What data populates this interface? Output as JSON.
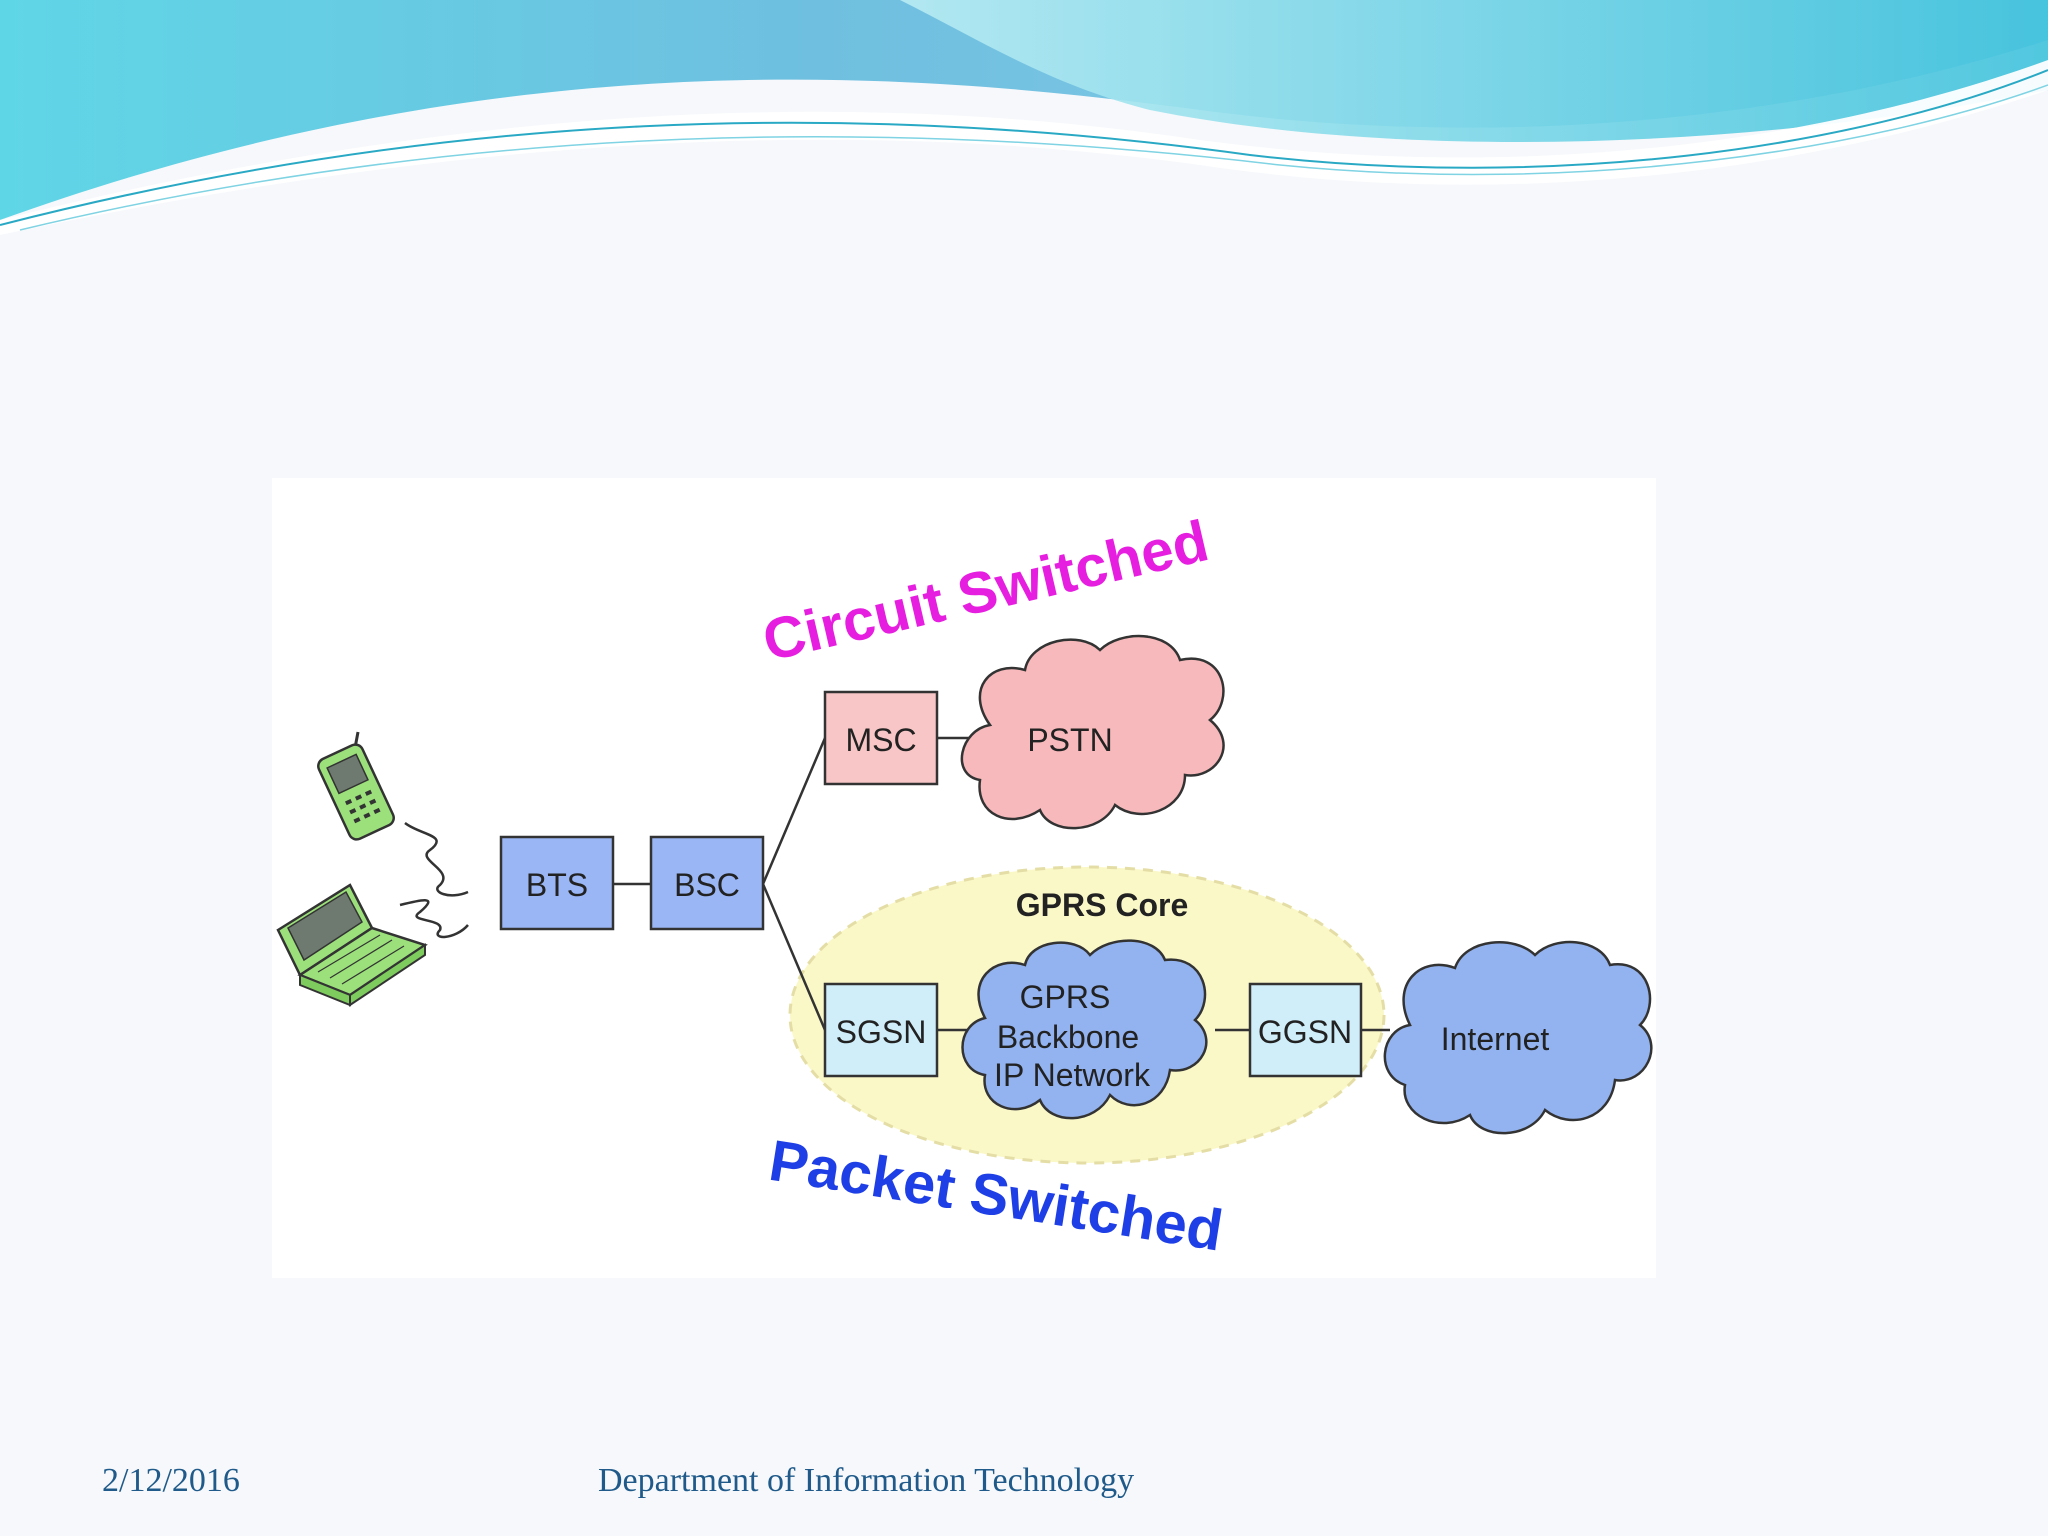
{
  "slide": {
    "footer": {
      "date": "2/12/2016",
      "department": "Department of Information Technology"
    }
  },
  "diagram": {
    "circuit_label": "Circuit Switched",
    "packet_label": "Packet Switched",
    "core_label": "GPRS Core",
    "nodes": {
      "bts": "BTS",
      "bsc": "BSC",
      "msc": "MSC",
      "pstn": "PSTN",
      "sgsn": "SGSN",
      "ggsn": "GGSN",
      "internet": "Internet",
      "backbone_line1": "GPRS",
      "backbone_line2": "Backbone",
      "backbone_line3": "IP Network"
    }
  },
  "colors": {
    "circuit_text": "#e61ee0",
    "packet_text": "#1f3fe6",
    "box_blue": "#9ab6f5",
    "box_pink": "#f8c6c6",
    "box_lightblue": "#cfeefa",
    "cloud_pink": "#f7b9bb",
    "cloud_blue": "#93b3f0",
    "ellipse_yellow": "#fbf8c8",
    "device_green": "#9be07a"
  }
}
